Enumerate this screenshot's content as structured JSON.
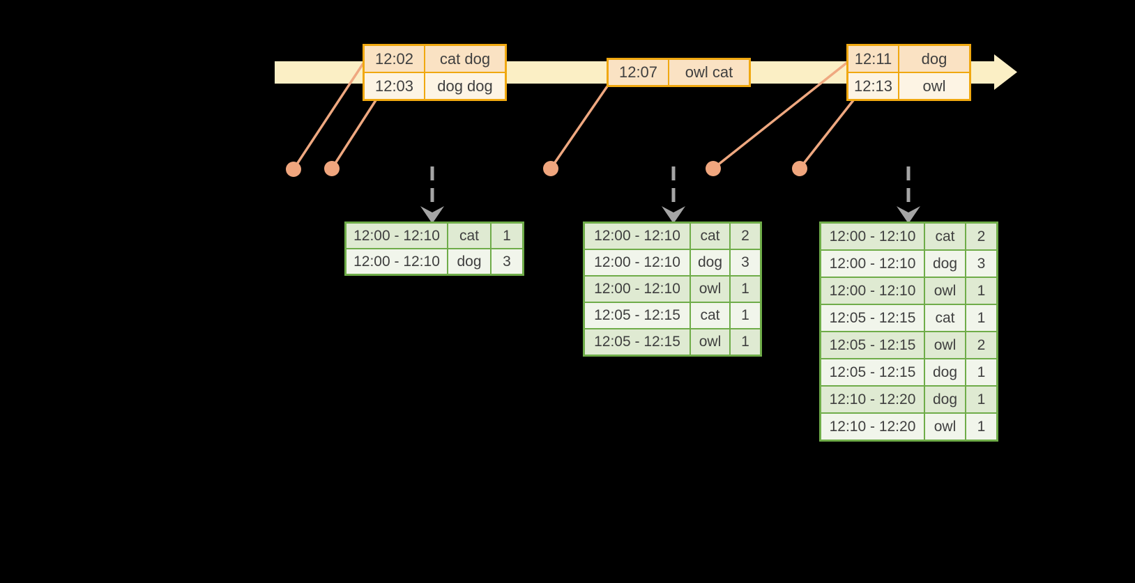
{
  "palette": {
    "background": "#000000",
    "timeline_fill": "#FBEFC5",
    "event_border": "#F0A810",
    "event_row_a": "#FAE2C3",
    "event_row_b": "#FDF4E4",
    "connector": "#EFA880",
    "connector_dot": "#F0A67E",
    "pane_border": "#6FAC49",
    "pane_row_a": "#DFEAD2",
    "pane_row_b": "#F1F5EB",
    "arrow_gray": "#A5A5A5",
    "text": "#3F3F3F"
  },
  "event_tables": [
    {
      "rows": [
        {
          "time": "12:02",
          "words": "cat dog"
        },
        {
          "time": "12:03",
          "words": "dog dog"
        }
      ]
    },
    {
      "rows": [
        {
          "time": "12:07",
          "words": "owl cat"
        }
      ]
    },
    {
      "rows": [
        {
          "time": "12:11",
          "words": "dog"
        },
        {
          "time": "12:13",
          "words": "owl"
        }
      ]
    }
  ],
  "result_tables": [
    {
      "rows": [
        [
          "12:00 - 12:10",
          "cat",
          "1"
        ],
        [
          "12:00 - 12:10",
          "dog",
          "3"
        ]
      ]
    },
    {
      "rows": [
        [
          "12:00 - 12:10",
          "cat",
          "2"
        ],
        [
          "12:00 - 12:10",
          "dog",
          "3"
        ],
        [
          "12:00 - 12:10",
          "owl",
          "1"
        ],
        [
          "12:05 - 12:15",
          "cat",
          "1"
        ],
        [
          "12:05 - 12:15",
          "owl",
          "1"
        ]
      ]
    },
    {
      "rows": [
        [
          "12:00 - 12:10",
          "cat",
          "2"
        ],
        [
          "12:00 - 12:10",
          "dog",
          "3"
        ],
        [
          "12:00 - 12:10",
          "owl",
          "1"
        ],
        [
          "12:05 - 12:15",
          "cat",
          "1"
        ],
        [
          "12:05 - 12:15",
          "owl",
          "2"
        ],
        [
          "12:05 - 12:15",
          "dog",
          "1"
        ],
        [
          "12:10 - 12:20",
          "dog",
          "1"
        ],
        [
          "12:10 - 12:20",
          "owl",
          "1"
        ]
      ]
    }
  ]
}
